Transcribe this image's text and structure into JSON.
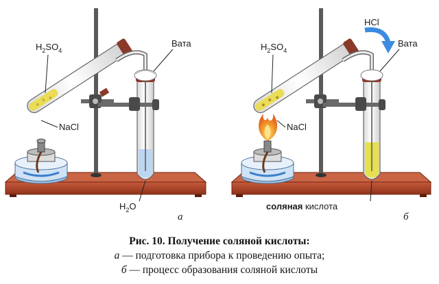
{
  "panel_a": {
    "acid_formula": {
      "base": "H",
      "sub1": "2",
      "mid": "SO",
      "sub2": "4"
    },
    "salt_label": "NaCl",
    "wool_label": "Вата",
    "water_formula": {
      "base": "H",
      "sub": "2",
      "end": "O"
    },
    "letter": "а"
  },
  "panel_b": {
    "acid_formula": {
      "base": "H",
      "sub1": "2",
      "mid": "SO",
      "sub2": "4"
    },
    "salt_label": "NaCl",
    "wool_label": "Вата",
    "gas_label": "HCl",
    "product_label_bold": "соляная",
    "product_label_rest": " кислота",
    "letter": "б"
  },
  "caption": {
    "title": "Рис. 10. Получение соляной кислоты:",
    "line_a_letter": "а",
    "line_a_text": " — подготовка прибора к проведению опыта;",
    "line_b_letter": "б",
    "line_b_text": " — процесс образования соляной кислоты"
  },
  "colors": {
    "stand_base": "#b5452b",
    "stand_base_dark": "#7e2a17",
    "rod": "#555555",
    "glass": "#f4f4f4",
    "glass_edge": "#777777",
    "acid": "#e9d84a",
    "water": "#bcd6f2",
    "hcl_solution": "#e6e04c",
    "flame_outer": "#f08a2a",
    "flame_inner": "#f7d35a",
    "arrow": "#3d8be0",
    "stopper": "#8a3a2a"
  }
}
